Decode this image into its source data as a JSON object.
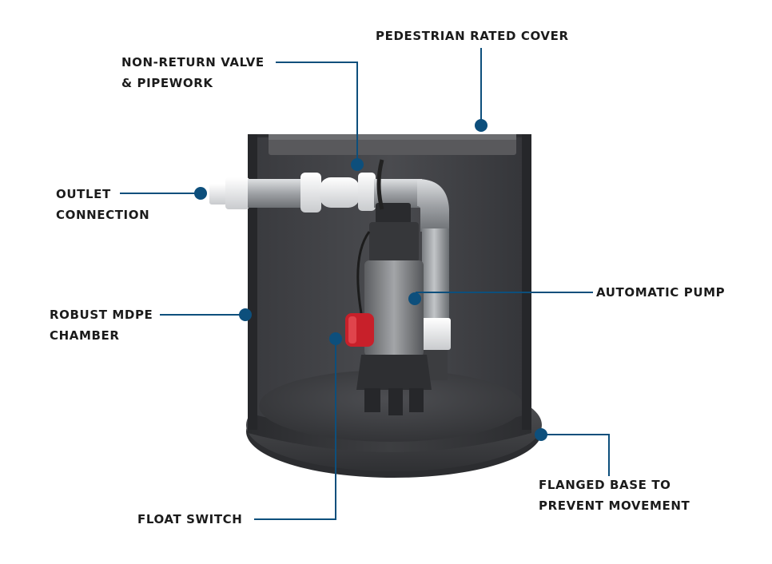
{
  "labels": {
    "pedestrian_cover": [
      "PEDESTRIAN RATED COVER"
    ],
    "non_return_valve": [
      "NON-RETURN VALVE",
      "& PIPEWORK"
    ],
    "outlet_connection": [
      "OUTLET",
      "CONNECTION"
    ],
    "mdpe_chamber": [
      "ROBUST MDPE",
      "CHAMBER"
    ],
    "automatic_pump": [
      "AUTOMATIC PUMP"
    ],
    "flanged_base": [
      "FLANGED BASE TO",
      "PREVENT MOVEMENT"
    ],
    "float_switch": [
      "FLOAT SWITCH"
    ]
  },
  "colors": {
    "leader": "#0d4f7c",
    "text": "#1b1b1b",
    "chamber": "#3b3b3e",
    "pipe": "#b9bcc0",
    "pump_body": "#8b8d90",
    "float": "#c8202a"
  }
}
